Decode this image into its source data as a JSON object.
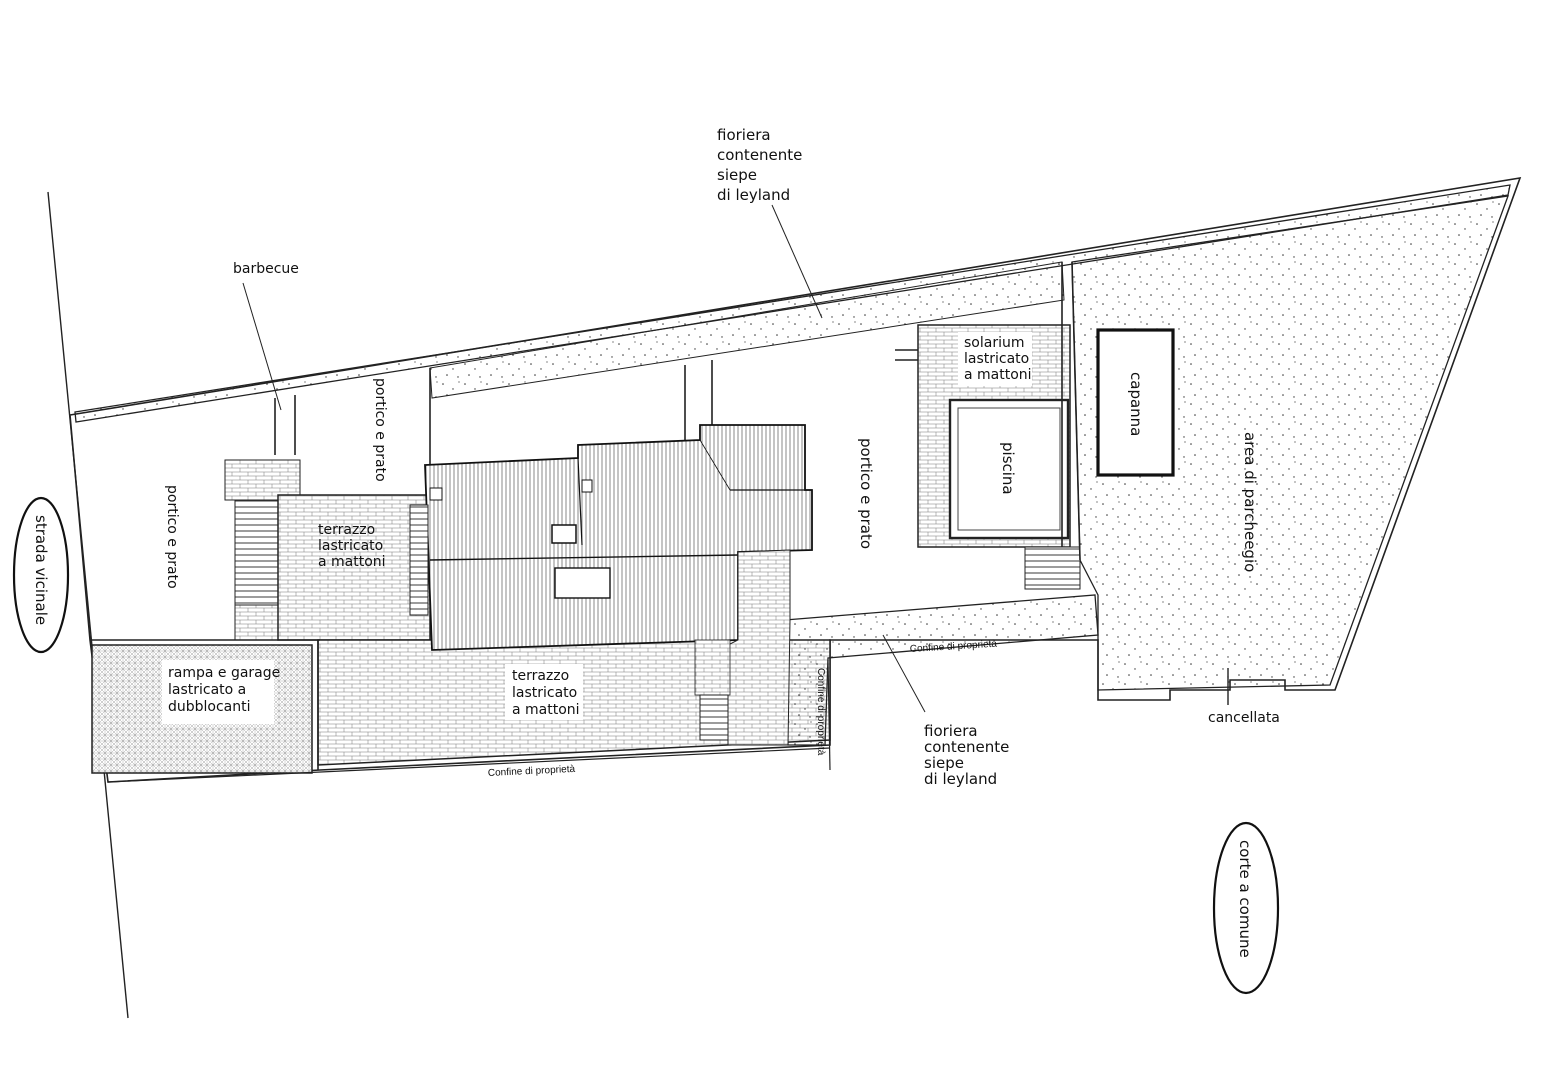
{
  "labels": {
    "fioriera_top": [
      "fioriera",
      "contenente",
      "siepe",
      "di leyland"
    ],
    "barbecue": "barbecue",
    "strada": "strada vicinale",
    "portico_left": "portico e prato",
    "portico_mid": "portico e prato",
    "portico_right": "portico e prato",
    "terrazzo_left": [
      "terrazzo",
      "lastricato",
      "a mattoni"
    ],
    "terrazzo_bottom": [
      "terrazzo",
      "lastricato",
      "a mattoni"
    ],
    "rampa": [
      "rampa e garage",
      "lastricato a",
      "dubblocanti"
    ],
    "solarium": [
      "solarium",
      "lastricato",
      "a mattoni"
    ],
    "piscina": "piscina",
    "capanna": "capanna",
    "parcheggio": "area di parcheegio",
    "confine_bottom": "Confine di proprietà",
    "confine_right": "Confine di proprietà",
    "confine_vertical": "Confine di proprietà",
    "fioriera_bottom": [
      "fioriera",
      "contenente",
      "siepe",
      "di leyland"
    ],
    "cancellata": "cancellata",
    "corte": "corte a comune"
  }
}
